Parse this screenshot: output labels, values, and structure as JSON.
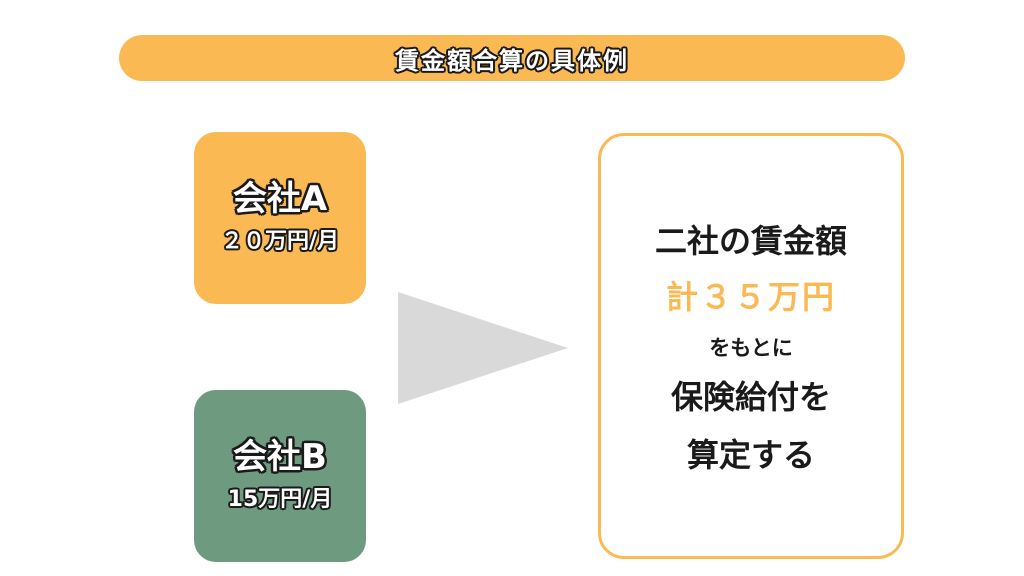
{
  "title": "賃金額合算の具体例",
  "companies": [
    {
      "name": "会社A",
      "wage": "２０万円/月",
      "color": "#fbb954"
    },
    {
      "name": "会社B",
      "wage": "15万円/月",
      "color": "#6e9b80"
    }
  ],
  "arrow_icon": "right-triangle-arrow",
  "result": {
    "line1": "二社の賃金額",
    "line2": "計３５万円",
    "line3": "をもとに",
    "line4": "保険給付を",
    "line5": "算定する"
  },
  "colors": {
    "accent": "#fbb954",
    "green": "#6e9b80",
    "arrow": "#d9d9d9",
    "text": "#1a1a1a"
  }
}
